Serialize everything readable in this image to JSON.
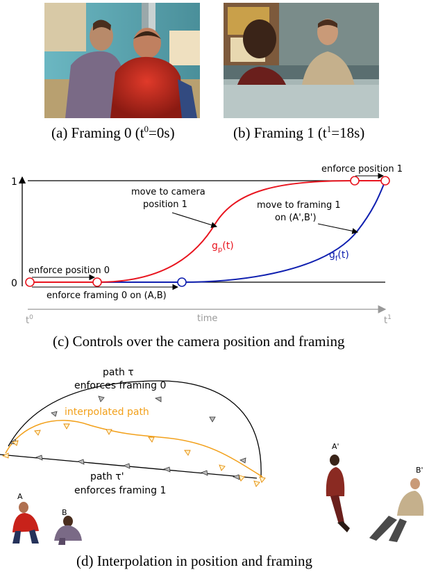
{
  "figure": {
    "panel_a": {
      "caption_pre": "(a) Framing 0 (t",
      "caption_sup": "0",
      "caption_post": "=0s)"
    },
    "panel_b": {
      "caption_pre": "(b) Framing 1 (t",
      "caption_sup": "1",
      "caption_post": "=18s)"
    },
    "panel_c": {
      "caption": "(c) Controls over the camera position and framing",
      "y_one": "1",
      "y_zero": "0",
      "enforce_position_1": "enforce position 1",
      "move_camera_line1": "move to camera",
      "move_camera_line2": "position 1",
      "move_framing_line1": "move to framing 1",
      "move_framing_line2": "on (A',B')",
      "gp_main": "g",
      "gp_sub": "p",
      "gp_tail": "(t)",
      "gf_main": "g",
      "gf_sub": "f",
      "gf_tail": "(t)",
      "enforce_position_0": "enforce position 0",
      "enforce_framing_0": "enforce framing 0 on (A,B)",
      "t0_main": "t",
      "t0_sup": "0",
      "time_label": "time",
      "t1_main": "t",
      "t1_sup": "1",
      "colors": {
        "position": "#e8151f",
        "framing": "#1020b0",
        "axis_gray": "#999999"
      }
    },
    "panel_d": {
      "caption": "(d) Interpolation in position and framing",
      "path_tau_line1": "path τ",
      "path_tau_line2": "enforces framing 0",
      "interpolated_path": "interpolated path",
      "path_tau_prime_line1": "path τ'",
      "path_tau_prime_line2": "enforces framing 1",
      "label_A": "A",
      "label_B": "B",
      "label_A_prime": "A'",
      "label_B_prime": "B'",
      "colors": {
        "interpolated": "#f2a01a"
      }
    }
  }
}
